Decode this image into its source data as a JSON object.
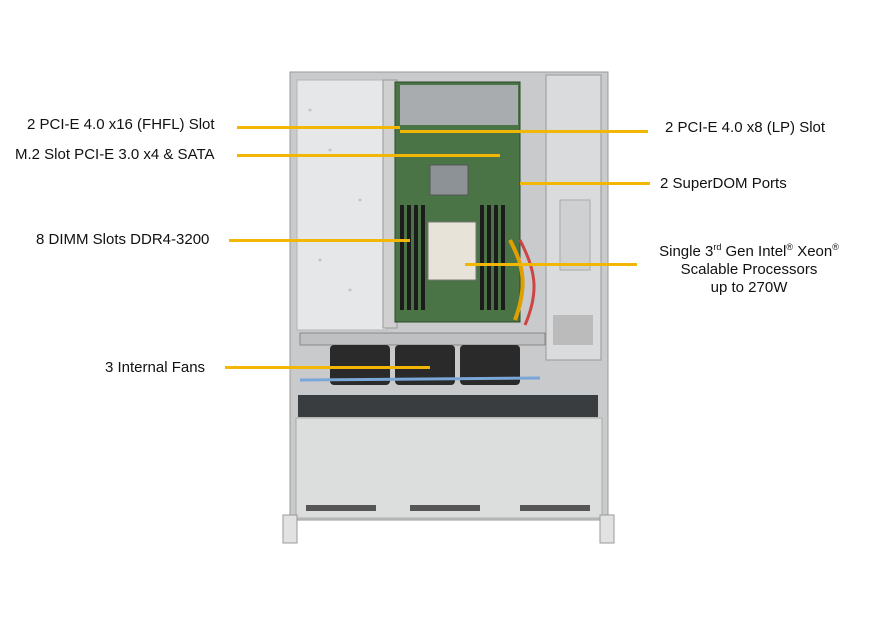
{
  "labels": {
    "pcie_x16": "2 PCI-E 4.0 x16 (FHFL) Slot",
    "m2": "M.2 Slot PCI-E 3.0 x4 & SATA",
    "dimm": "8 DIMM Slots DDR4-3200",
    "fans": "3 Internal  Fans",
    "pcie_x8": "2 PCI-E 4.0 x8 (LP) Slot",
    "superdom": "2 SuperDOM Ports",
    "cpu_line1_a": "Single 3",
    "cpu_line1_sup": "rd",
    "cpu_line1_b": " Gen Intel",
    "cpu_line1_reg1": "®",
    "cpu_line1_c": "  Xeon",
    "cpu_line1_reg2": "®",
    "cpu_line2": "Scalable Processors",
    "cpu_line3": "up to 270W"
  },
  "colors": {
    "leader": "#f2b705",
    "board": "#3f6b3a",
    "chassis": "#d9dadb"
  }
}
